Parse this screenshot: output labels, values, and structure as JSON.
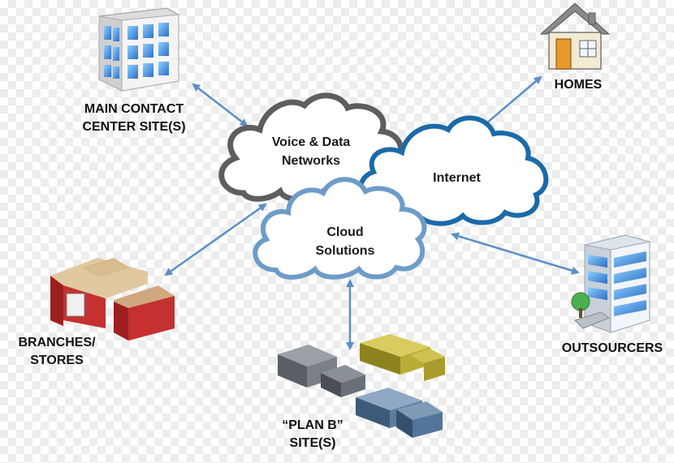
{
  "labels": {
    "main_site": "MAIN CONTACT\nCENTER SITE(S)",
    "homes": "HOMES",
    "branches": "BRANCHES/\nSTORES",
    "outsourcers": "OUTSOURCERS",
    "planb": "“PLAN B”\nSITE(S)"
  },
  "clouds": {
    "voice_data": "Voice & Data\nNetworks",
    "internet": "Internet",
    "cloud_solutions": "Cloud\nSolutions"
  },
  "colors": {
    "arrow": "#5b8fc7",
    "voice_cloud_stroke": "#5e5e5e",
    "internet_cloud_stroke": "#1c6aa8",
    "solutions_cloud_stroke": "#6d9cc9"
  }
}
